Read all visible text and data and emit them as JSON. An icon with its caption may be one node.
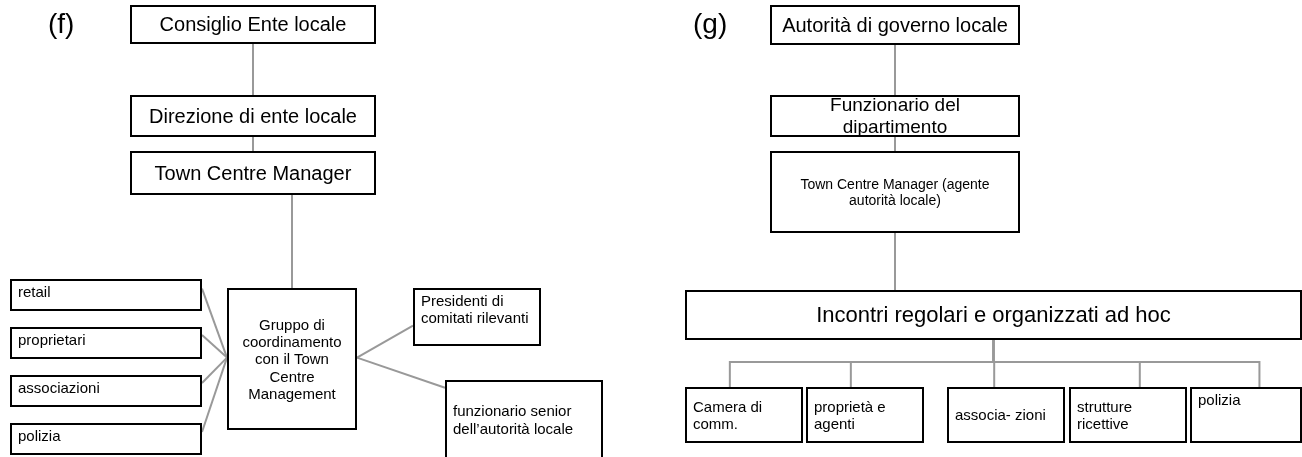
{
  "diagram": {
    "nodes": [
      {
        "text": [
          "Consiglio Ente locale"
        ]
      },
      {
        "text": [
          "Direzione di ente locale"
        ]
      },
      {
        "text": [
          "Town Centre Manager"
        ]
      },
      {
        "text": [
          "retail"
        ]
      },
      {
        "text": [
          "proprietari"
        ]
      },
      {
        "text": [
          "associazioni"
        ]
      },
      {
        "text": [
          "polizia"
        ]
      },
      {
        "text": [
          "Gruppo di coordinamento con il Town Centre Management"
        ]
      },
      {
        "text": [
          "Presidenti di comitati rilevanti"
        ]
      },
      {
        "text": [
          "funzionario senior dell’autorità locale"
        ]
      },
      {
        "text": [
          "Autorità di governo locale"
        ]
      },
      {
        "text": [
          "Funzionario del dipartimento"
        ]
      },
      {
        "text": [
          "Town Centre Manager (agente autorità locale)"
        ]
      },
      {
        "text": [
          "Incontri regolari e organizzati ad hoc"
        ]
      },
      {
        "text": [
          "Camera di comm."
        ]
      },
      {
        "text": [
          "proprietà e agenti"
        ]
      },
      {
        "text": [
          "associa- zioni"
        ]
      },
      {
        "text": [
          "strutture ricettive"
        ]
      },
      {
        "text": [
          "polizia"
        ]
      }
    ],
    "edges": [
      {
        "from": 0,
        "to": 1,
        "arrow": "none"
      },
      {
        "from": 1,
        "to": 2,
        "arrow": "none"
      },
      {
        "from": 2,
        "to": 7,
        "arrow": "none"
      },
      {
        "from": 3,
        "to": 7,
        "arrow": "none"
      },
      {
        "from": 4,
        "to": 7,
        "arrow": "none"
      },
      {
        "from": 5,
        "to": 7,
        "arrow": "none"
      },
      {
        "from": 6,
        "to": 7,
        "arrow": "none"
      },
      {
        "from": 7,
        "to": 8,
        "arrow": "none"
      },
      {
        "from": 7,
        "to": 9,
        "arrow": "none"
      },
      {
        "from": 10,
        "to": 11,
        "arrow": "none"
      },
      {
        "from": 11,
        "to": 12,
        "arrow": "none"
      },
      {
        "from": 12,
        "to": 13,
        "arrow": "none"
      },
      {
        "from": 13,
        "to": 14,
        "arrow": "none"
      },
      {
        "from": 13,
        "to": 15,
        "arrow": "none"
      },
      {
        "from": 13,
        "to": 16,
        "arrow": "none"
      },
      {
        "from": 13,
        "to": 17,
        "arrow": "none"
      },
      {
        "from": 13,
        "to": 18,
        "arrow": "none"
      }
    ],
    "labels": [
      "(f)",
      "(g)"
    ]
  }
}
